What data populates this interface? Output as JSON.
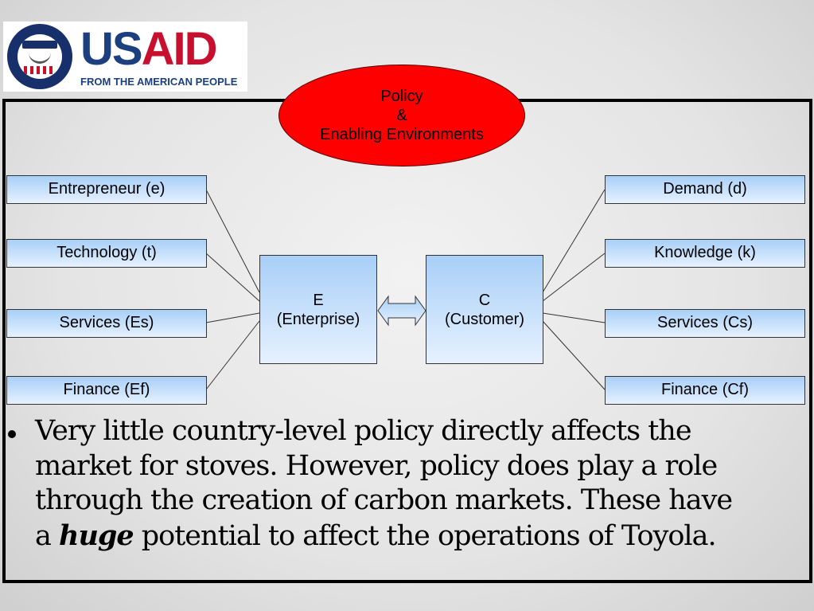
{
  "logo": {
    "word_us": "US",
    "word_aid": "AID",
    "tagline": "FROM THE AMERICAN PEOPLE",
    "colors": {
      "blue": "#1c3f80",
      "red": "#c8102e"
    }
  },
  "policy": {
    "line1": "Policy",
    "line2": "&",
    "line3": "Enabling Environments",
    "color": "#ff0000"
  },
  "left_boxes": [
    "Entrepreneur (e)",
    "Technology (t)",
    "Services (Es)",
    "Finance (Ef)"
  ],
  "right_boxes": [
    "Demand (d)",
    "Knowledge (k)",
    "Services (Cs)",
    "Finance (Cf)"
  ],
  "enterprise": {
    "line1": "E",
    "line2": "(Enterprise)"
  },
  "customer": {
    "line1": "C",
    "line2": "(Customer)"
  },
  "bullet": {
    "before": "Very little country-level policy directly affects the market for stoves. However, policy does play a role through the creation of carbon markets. These have a ",
    "emphasis": "huge",
    "after": " potential to affect the operations of Toyola."
  }
}
